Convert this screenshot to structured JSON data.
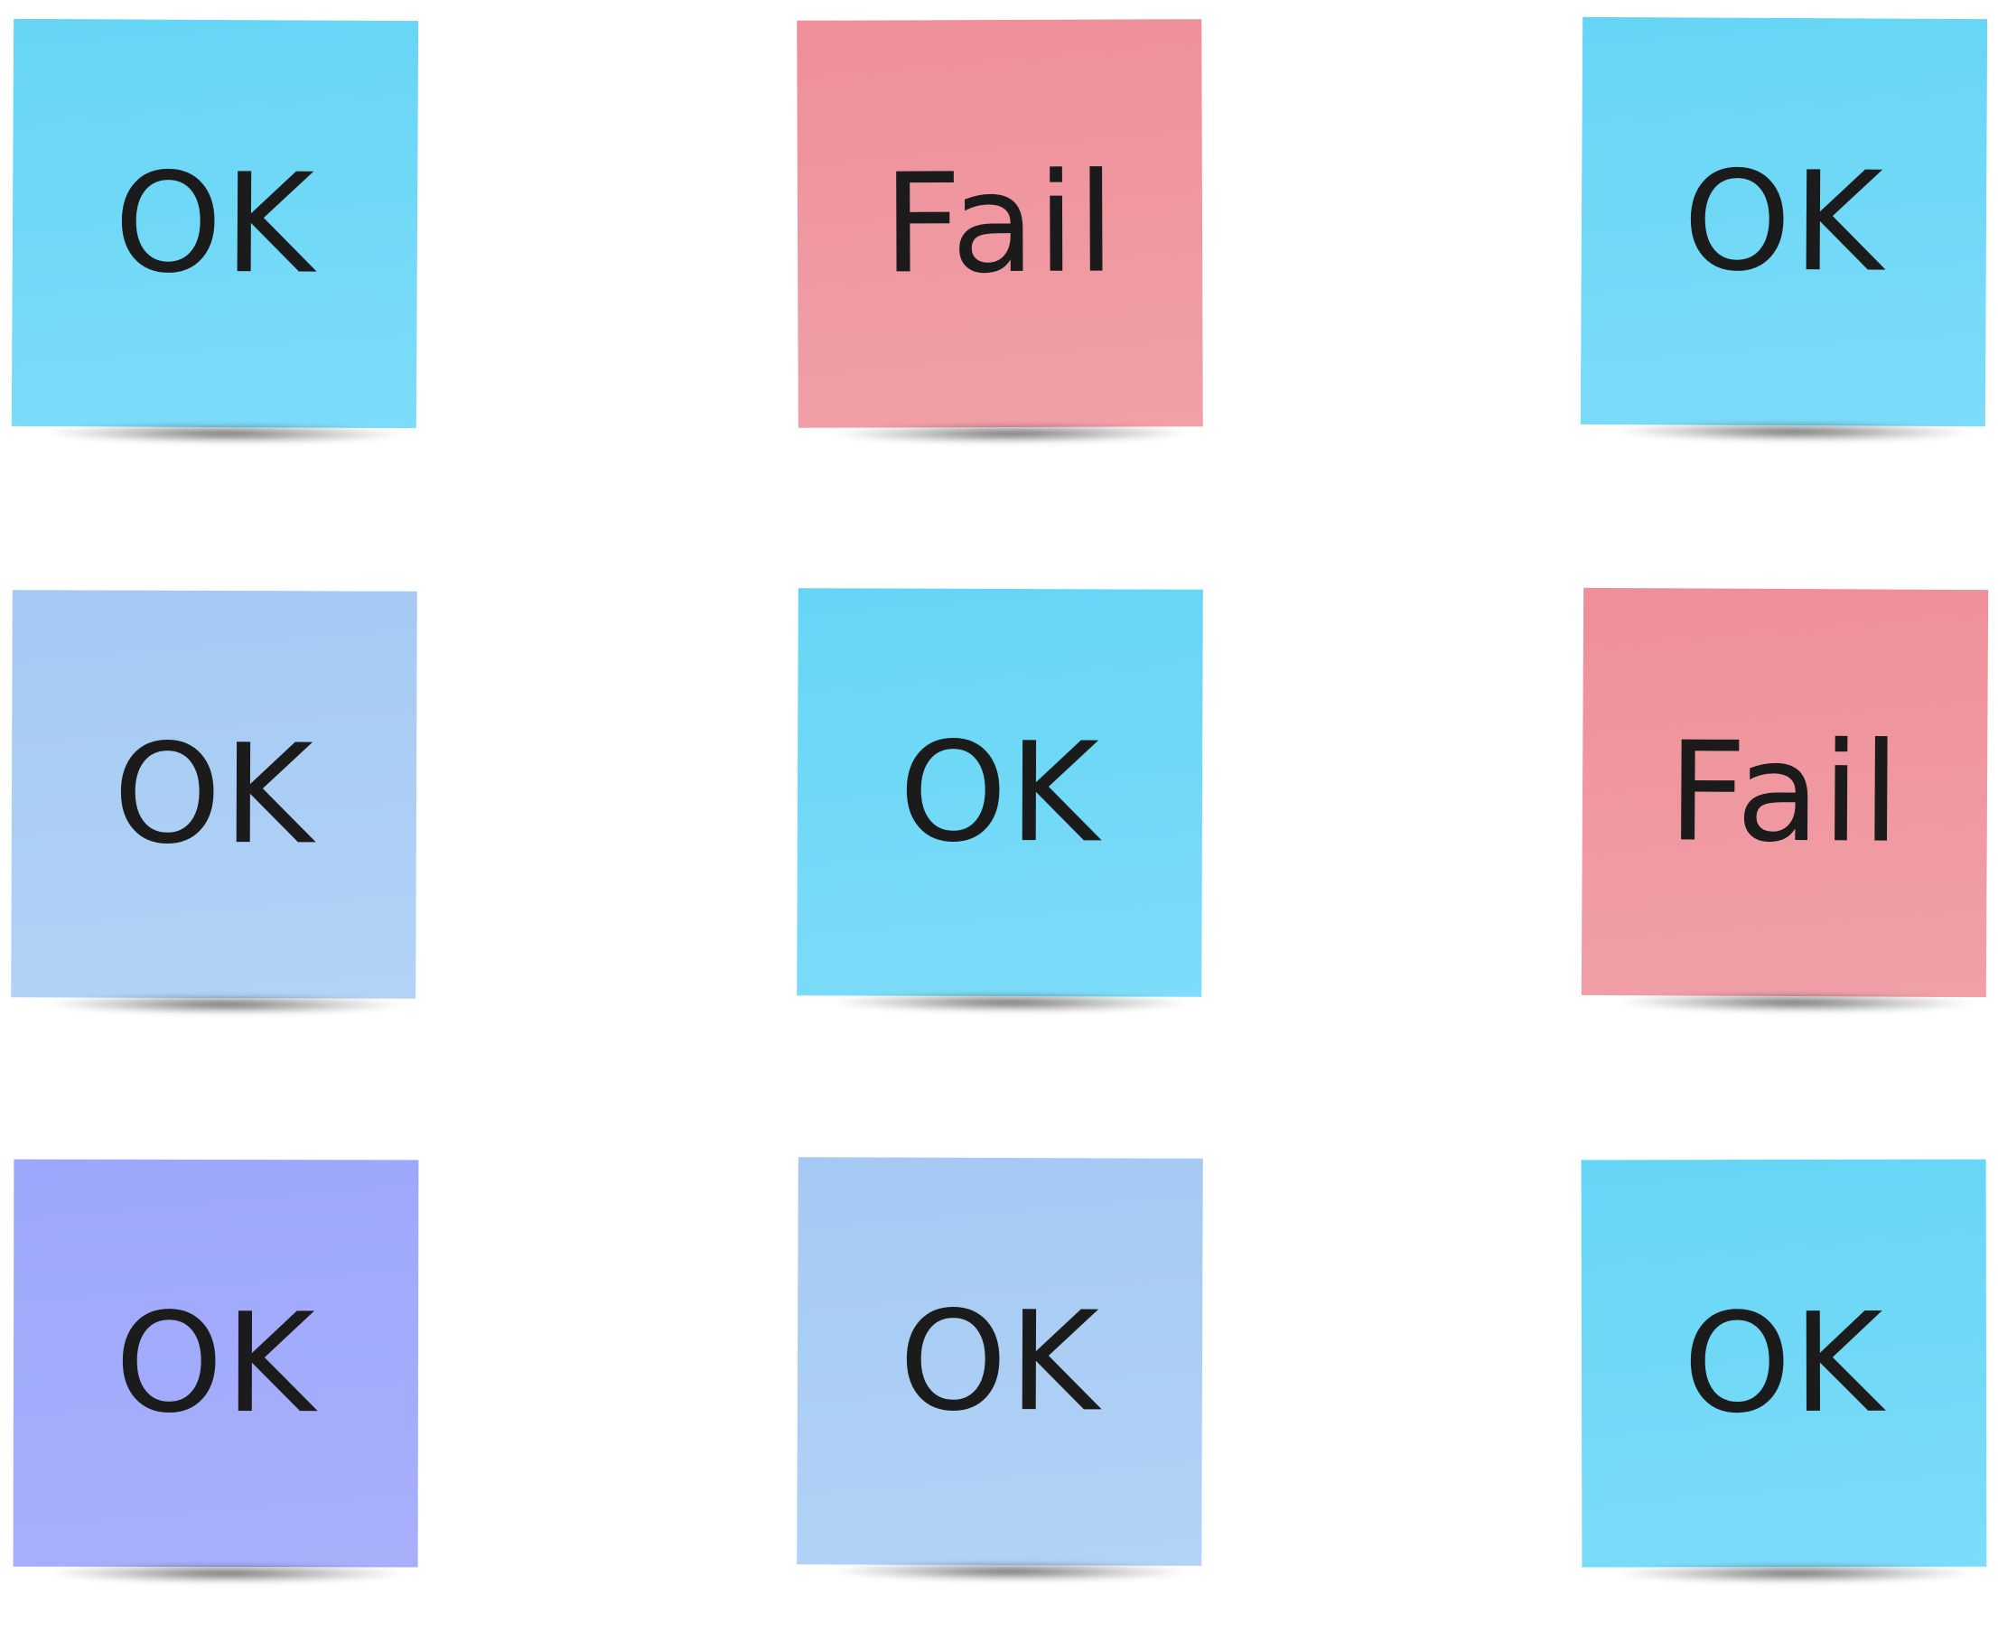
{
  "notes": [
    {
      "text": "OK",
      "color": "#6fd8f7"
    },
    {
      "text": "Fail",
      "color": "#ef96a0"
    },
    {
      "text": "OK",
      "color": "#6fd8f7"
    },
    {
      "text": "OK",
      "color": "#a9cdf5"
    },
    {
      "text": "OK",
      "color": "#6fd8f7"
    },
    {
      "text": "Fail",
      "color": "#ef96a0"
    },
    {
      "text": "OK",
      "color": "#a2abfb"
    },
    {
      "text": "OK",
      "color": "#a9cdf5"
    },
    {
      "text": "OK",
      "color": "#6fd8f7"
    }
  ]
}
